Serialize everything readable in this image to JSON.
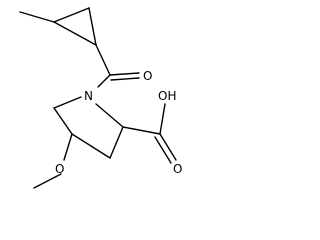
{
  "molecule": {
    "atoms": {
      "ring_nitrogen": "N",
      "carbonyl_oxygen": "O",
      "methoxy_oxygen": "O",
      "acid_oxygen_double": "O",
      "acid_hydroxyl": "OH"
    }
  }
}
